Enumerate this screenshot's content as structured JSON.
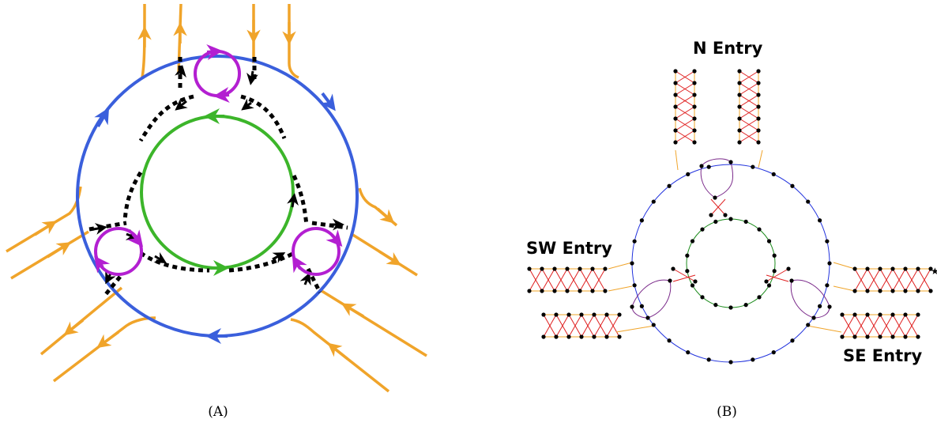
{
  "panel_a": {
    "caption": "(A)",
    "colors": {
      "outer_ring": "#3a5fdc",
      "inner_ring": "#3cb52a",
      "small_circles": "#b31fd1",
      "roads": "#f0a42a",
      "connectors": "#000000"
    }
  },
  "panel_b": {
    "caption": "(B)",
    "labels": {
      "north": "N Entry",
      "southwest": "SW Entry",
      "southeast": "SE Entry"
    },
    "colors": {
      "outer_ring": "#2233dd",
      "inner_ring": "#1a8a1a",
      "small_circles": "#7a2a8a",
      "crossings": "#e02020",
      "roads": "#f0a42a",
      "nodes": "#000000"
    }
  }
}
